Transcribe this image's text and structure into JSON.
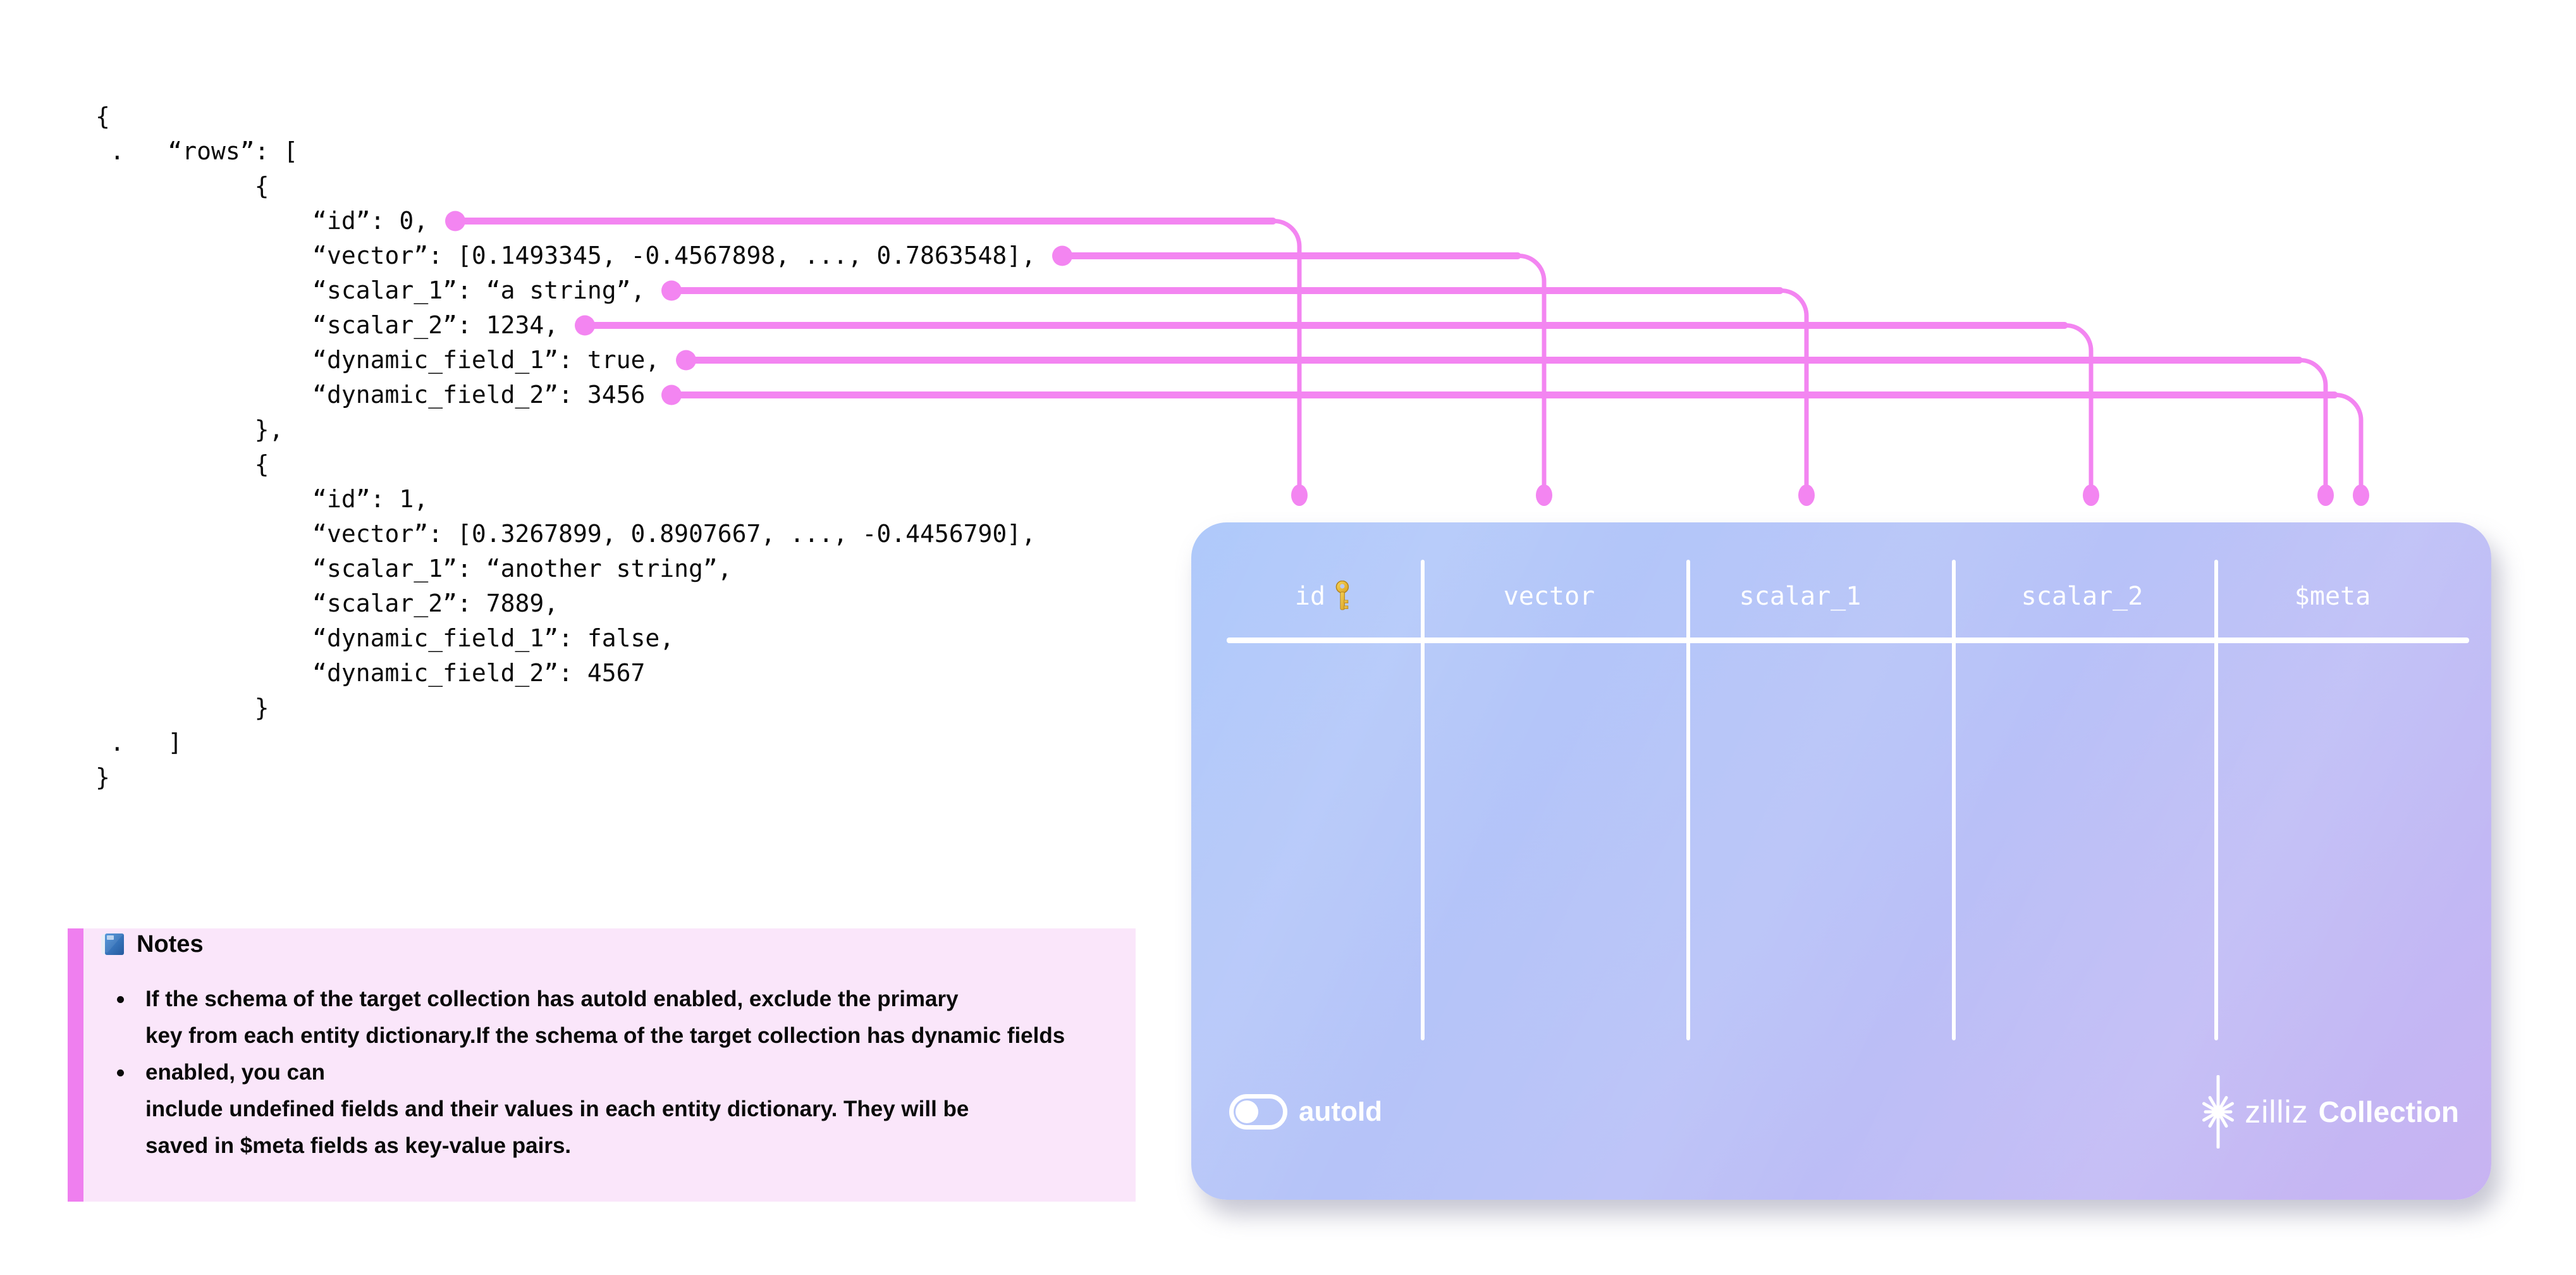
{
  "code": {
    "text": "{\n .   “rows”: [\n           {\n               “id”: 0,\n               “vector”: [0.1493345, -0.4567898, ..., 0.7863548],\n               “scalar_1”: “a string”,\n               “scalar_2”: 1234,\n               “dynamic_field_1”: true,\n               “dynamic_field_2”: 3456\n           },\n           {\n               “id”: 1,\n               “vector”: [0.3267899, 0.8907667, ..., -0.4456790],\n               “scalar_1”: “another string”,\n               “scalar_2”: 7889,\n               “dynamic_field_1”: false,\n               “dynamic_field_2”: 4567\n           }\n .   ]\n}"
  },
  "mapping": {
    "pairs": [
      {
        "from": "id",
        "to": "id"
      },
      {
        "from": "vector",
        "to": "vector"
      },
      {
        "from": "scalar_1",
        "to": "scalar_1"
      },
      {
        "from": "scalar_2",
        "to": "scalar_2"
      },
      {
        "from": "dynamic_field_1",
        "to": "$meta"
      },
      {
        "from": "dynamic_field_2",
        "to": "$meta"
      }
    ]
  },
  "table": {
    "columns": [
      "id",
      "vector",
      "scalar_1",
      "scalar_2",
      "$meta"
    ],
    "primary_key_column": "id",
    "autoid_label": "autoId",
    "brand": "zilliz",
    "brand_suffix": "Collection"
  },
  "notes": {
    "title": "Notes",
    "bullet1": "If the schema of the target collection has autoId enabled, exclude the primary\nkey from each entity dictionary.",
    "bullet2": {
      "part1": "If the schema of the target collection has dynamic fields enabled, you can\ninclude undefined fields and their values in each entity dictionary. They will be\nsaved in ",
      "bold": "$meta",
      "part2": " fields as key-value pairs."
    }
  },
  "icons": {
    "key": "key-icon",
    "book": "blue-book-icon",
    "starburst": "zilliz-starburst-icon"
  },
  "colors": {
    "connector_pink": "#F385F1",
    "stripe_pink": "#EF7FEF",
    "notes_bg": "#FAE6FA",
    "card_gradient_start": "#AFC9FA",
    "card_gradient_end": "#C8B3F2",
    "key_gold": "#E9B949",
    "text": "#0A0A0A",
    "white": "#FFFFFF"
  }
}
